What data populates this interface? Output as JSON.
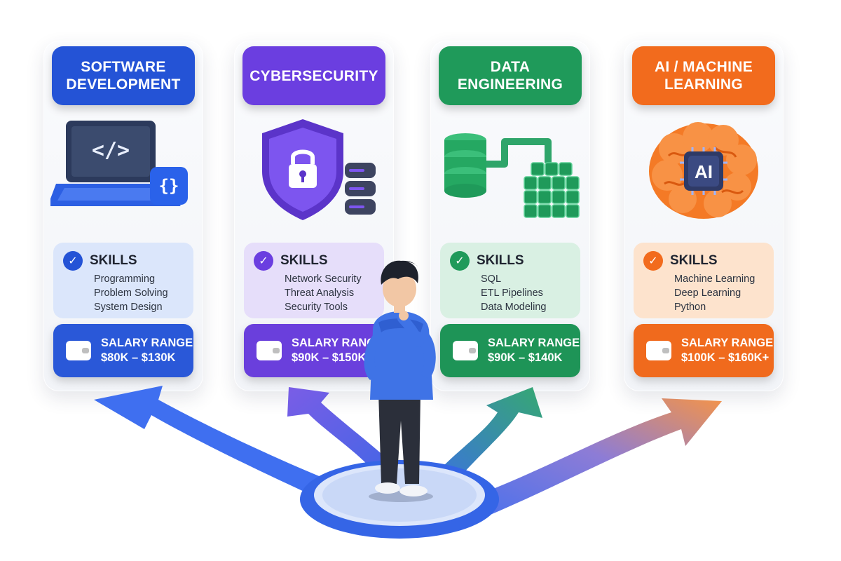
{
  "colors": {
    "blue": "#2453d6",
    "purple": "#6b3ee0",
    "green": "#1f9a5a",
    "orange": "#f26b1d"
  },
  "cards": [
    {
      "title_lines": [
        "SOFTWARE",
        "DEVELOPMENT"
      ],
      "icon": "laptop-code-icon",
      "skills_label": "SKILLS",
      "skills": [
        "Programming",
        "Problem Solving",
        "System Design"
      ],
      "salary_label": "SALARY RANGE",
      "salary_value": "$80K – $130K"
    },
    {
      "title_lines": [
        "CYBERSECURITY"
      ],
      "icon": "shield-lock-icon",
      "skills_label": "SKILLS",
      "skills": [
        "Network Security",
        "Threat Analysis",
        "Security Tools"
      ],
      "salary_label": "SALARY RANGE",
      "salary_value": "$90K – $150K"
    },
    {
      "title_lines": [
        "DATA",
        "ENGINEERING"
      ],
      "icon": "database-pipeline-icon",
      "skills_label": "SKILLS",
      "skills": [
        "SQL",
        "ETL Pipelines",
        "Data Modeling"
      ],
      "salary_label": "SALARY RANGE",
      "salary_value": "$90K – $140K"
    },
    {
      "title_lines": [
        "AI / MACHINE",
        "LEARNING"
      ],
      "icon": "ai-brain-icon",
      "chip_text": "AI",
      "skills_label": "SKILLS",
      "skills": [
        "Machine Learning",
        "Deep Learning",
        "Python"
      ],
      "salary_label": "SALARY RANGE",
      "salary_value": "$100K – $160K+"
    }
  ]
}
